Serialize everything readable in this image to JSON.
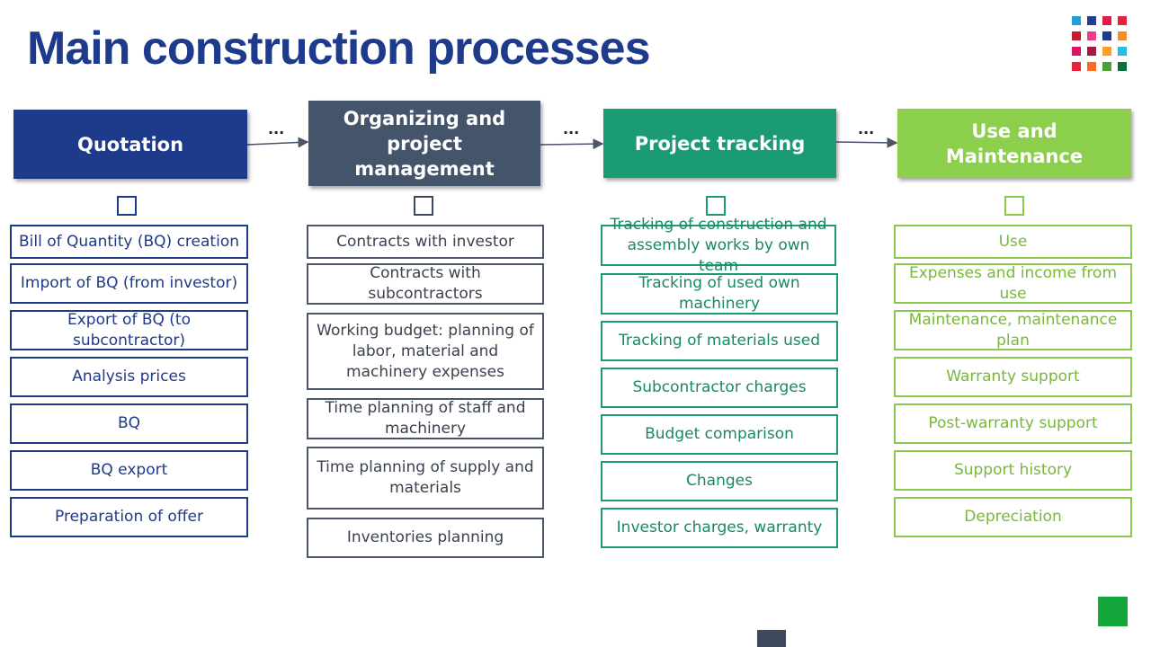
{
  "title": "Main construction processes",
  "logo_colors": [
    "#1fa0d8",
    "#233e90",
    "#e6194b",
    "#e5243b",
    "#c5192d",
    "#e83e8c",
    "#1e3a8a",
    "#f28c28",
    "#dd1367",
    "#a21942",
    "#fd9d24",
    "#26bde2",
    "#e5243b",
    "#fd6925",
    "#4c9f38",
    "#0a6f3e"
  ],
  "connectors": [
    "...",
    "...",
    "..."
  ],
  "columns": [
    {
      "header": "Quotation",
      "color": "#1e3a8a",
      "items": [
        "Bill of Quantity (BQ) creation",
        "Import of BQ (from investor)",
        "Export of BQ (to subcontractor)",
        "Analysis prices",
        "BQ",
        "BQ export",
        "Preparation of offer"
      ]
    },
    {
      "header": "Organizing and project management",
      "color": "#44546a",
      "items": [
        "Contracts with investor",
        "Contracts with subcontractors",
        "Working budget: planning of labor, material and machinery expenses",
        "Time planning of staff and machinery",
        "Time planning of supply and materials",
        "Inventories planning"
      ]
    },
    {
      "header": "Project tracking",
      "color": "#1a9b74",
      "items": [
        "Tracking of construction and assembly works by own team",
        "Tracking of used own machinery",
        "Tracking of materials used",
        "Subcontractor charges",
        "Budget comparison",
        "Changes",
        "Investor charges, warranty"
      ]
    },
    {
      "header": "Use and Maintenance",
      "color": "#8ccf4d",
      "items": [
        "Use",
        "Expenses and income from use",
        "Maintenance, maintenance plan",
        "Warranty support",
        "Post-warranty support",
        "Support history",
        "Depreciation"
      ]
    }
  ]
}
